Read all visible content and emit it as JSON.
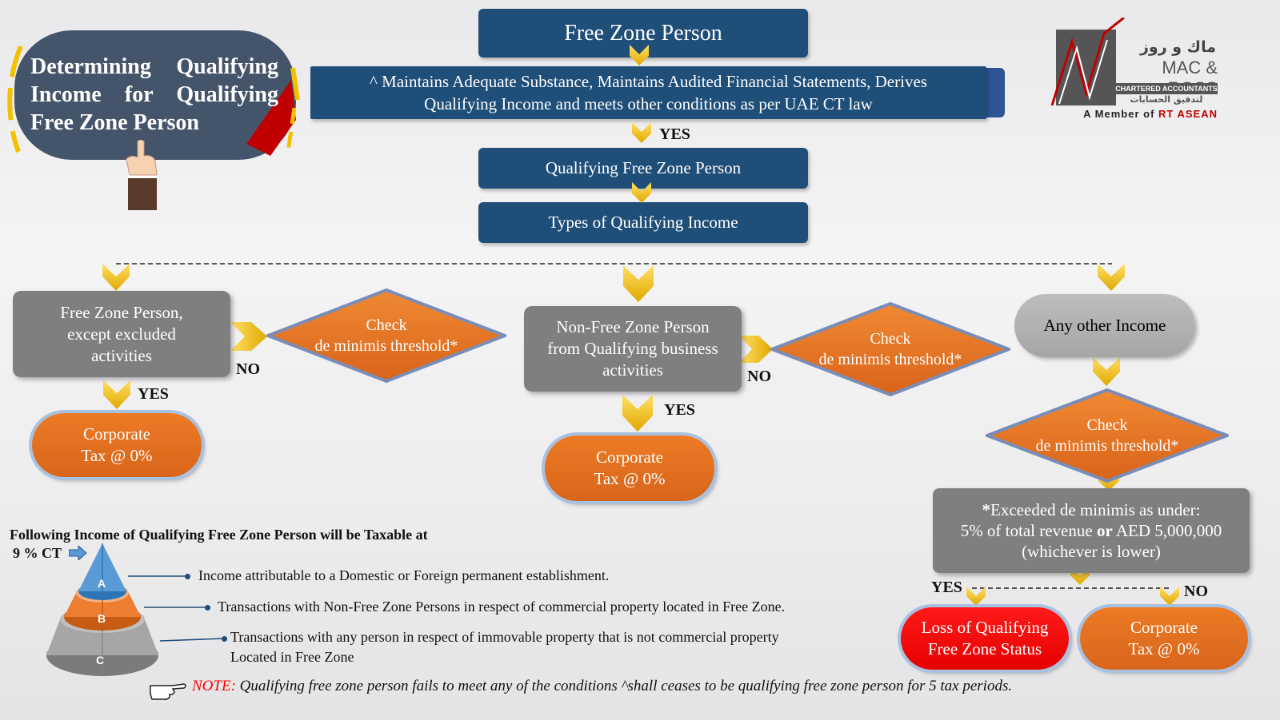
{
  "title": {
    "line1": "Determining Qualifying",
    "line2": "Income for Qualifying",
    "line3": "Free Zone Person"
  },
  "logo": {
    "arabic": "ماك و روز",
    "name": "MAC & ROSS",
    "subtitle": "CHARTERED ACCOUNTANTS",
    "arabic_sub": "لتدقيق الحسابات",
    "member_prefix": "A Member of",
    "member_org": "RT ASEAN"
  },
  "top": {
    "fzp": "Free Zone Person",
    "conditions_line1": "^ Maintains Adequate Substance, Maintains Audited Financial Statements, Derives",
    "conditions_line2": "Qualifying Income and meets other conditions as per UAE CT law",
    "yes": "YES",
    "qfzp": "Qualifying Free Zone Person",
    "types": "Types of Qualifying Income"
  },
  "left": {
    "box_l1": "Free Zone Person,",
    "box_l2": "except excluded",
    "box_l3": "activities",
    "check_l1": "Check",
    "check_l2": "de minimis threshold*",
    "no": "NO",
    "yes": "YES",
    "result_l1": "Corporate",
    "result_l2": "Tax @ 0%"
  },
  "middle": {
    "box_l1": "Non-Free Zone Person",
    "box_l2": "from Qualifying business",
    "box_l3": "activities",
    "check_l1": "Check",
    "check_l2": "de minimis threshold*",
    "no": "NO",
    "yes": "YES",
    "result_l1": "Corporate",
    "result_l2": "Tax @ 0%"
  },
  "right": {
    "box": "Any other Income",
    "check_l1": "Check",
    "check_l2": "de minimis threshold*",
    "exceed_l1_star": "*",
    "exceed_l1": "Exceeded de minimis as under:",
    "exceed_l2a": "5% of total revenue ",
    "exceed_l2_or": "or",
    "exceed_l2b": " AED 5,000,000",
    "exceed_l3": "(whichever is lower)",
    "yes": "YES",
    "no": "NO",
    "loss_l1": "Loss of Qualifying",
    "loss_l2": "Free Zone Status",
    "result_l1": "Corporate",
    "result_l2": "Tax @ 0%"
  },
  "taxable": {
    "heading": "Following Income of Qualifying Free Zone Person will be Taxable at",
    "rate": "9 % CT",
    "layers": [
      "A",
      "B",
      "C"
    ],
    "items": [
      "Income attributable to a Domestic or Foreign permanent establishment.",
      "Transactions with Non-Free Zone Persons in respect of commercial property located in Free Zone.",
      "Transactions with any person in respect of immovable property that is not commercial property",
      "Located in Free Zone"
    ]
  },
  "note": {
    "label": "NOTE:",
    "text": " Qualifying free zone person fails to meet any of  the conditions ^shall ceases to be qualifying free zone person for 5 tax periods."
  },
  "colors": {
    "navy": "#1f4e79",
    "orange": "#e2701f",
    "grey": "#7f7f7f",
    "red": "#ff0000",
    "gold": "#f2c200"
  }
}
